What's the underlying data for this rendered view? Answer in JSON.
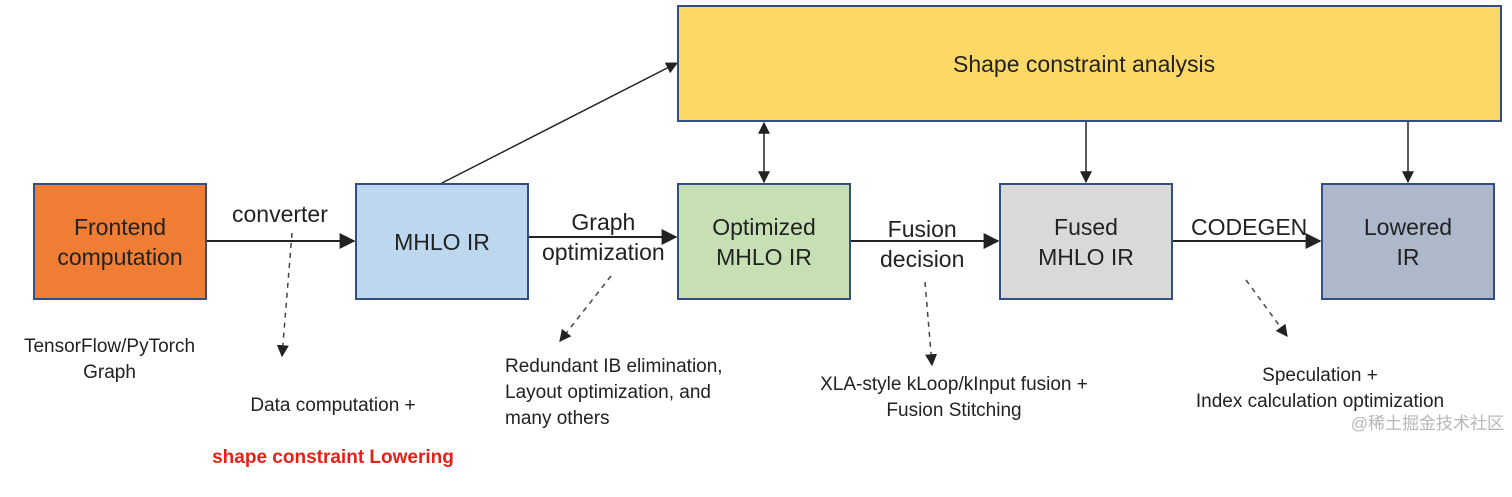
{
  "colors": {
    "shape_box": "#fcd966",
    "frontend_box": "#ef7d33",
    "mhlo_box": "#bdd7ee",
    "optimized_box": "#c6e0b4",
    "fused_box": "#d9d9d9",
    "lowered_box": "#adb9ca",
    "box_border": "#2f4f86",
    "highlight_text": "#e52117"
  },
  "nodes": {
    "shape_constraint": "Shape constraint analysis",
    "frontend": "Frontend\ncomputation",
    "mhlo": "MHLO IR",
    "optimized": "Optimized\nMHLO IR",
    "fused": "Fused\nMHLO IR",
    "lowered": "Lowered\nIR"
  },
  "edges": {
    "converter": "converter",
    "graph_optimization": "Graph\noptimization",
    "fusion_decision": "Fusion\ndecision",
    "codegen": "CODEGEN"
  },
  "notes": {
    "frontend_source": "TensorFlow/PyTorch\nGraph",
    "converter_detail_line1": "Data computation +",
    "converter_detail_line2": "shape constraint Lowering",
    "graph_optimization_detail": "Redundant IB elimination,\nLayout optimization, and\nmany others",
    "fusion_detail": "XLA-style kLoop/kInput fusion +\nFusion Stitching",
    "codegen_detail": "Speculation +\nIndex calculation optimization"
  },
  "watermark": "@稀土掘金技术社区"
}
